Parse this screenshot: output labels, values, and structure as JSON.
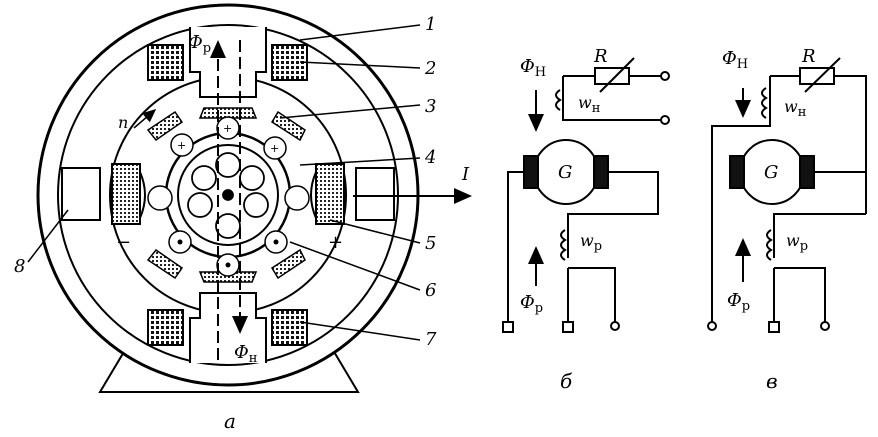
{
  "figure_a": {
    "caption": "а",
    "callouts": [
      "1",
      "2",
      "3",
      "4",
      "5",
      "6",
      "7",
      "8"
    ],
    "flux_r": {
      "sym": "Φ",
      "sub": "р"
    },
    "flux_n": {
      "sym": "Φ",
      "sub": "н"
    },
    "speed": "n",
    "current": "I",
    "minus": "−",
    "plus": "+"
  },
  "figure_b": {
    "caption": "б",
    "flux_n": {
      "sym": "Φ",
      "sub": "Н"
    },
    "flux_r": {
      "sym": "Φ",
      "sub": "р"
    },
    "resistor": "R",
    "winding_n": {
      "sym": "w",
      "sub": "н"
    },
    "winding_r": {
      "sym": "w",
      "sub": "р"
    },
    "machine": "G"
  },
  "figure_v": {
    "caption": "в",
    "flux_n": {
      "sym": "Φ",
      "sub": "Н"
    },
    "flux_r": {
      "sym": "Φ",
      "sub": "р"
    },
    "resistor": "R",
    "winding_n": {
      "sym": "w",
      "sub": "н"
    },
    "winding_r": {
      "sym": "w",
      "sub": "р"
    },
    "machine": "G"
  }
}
